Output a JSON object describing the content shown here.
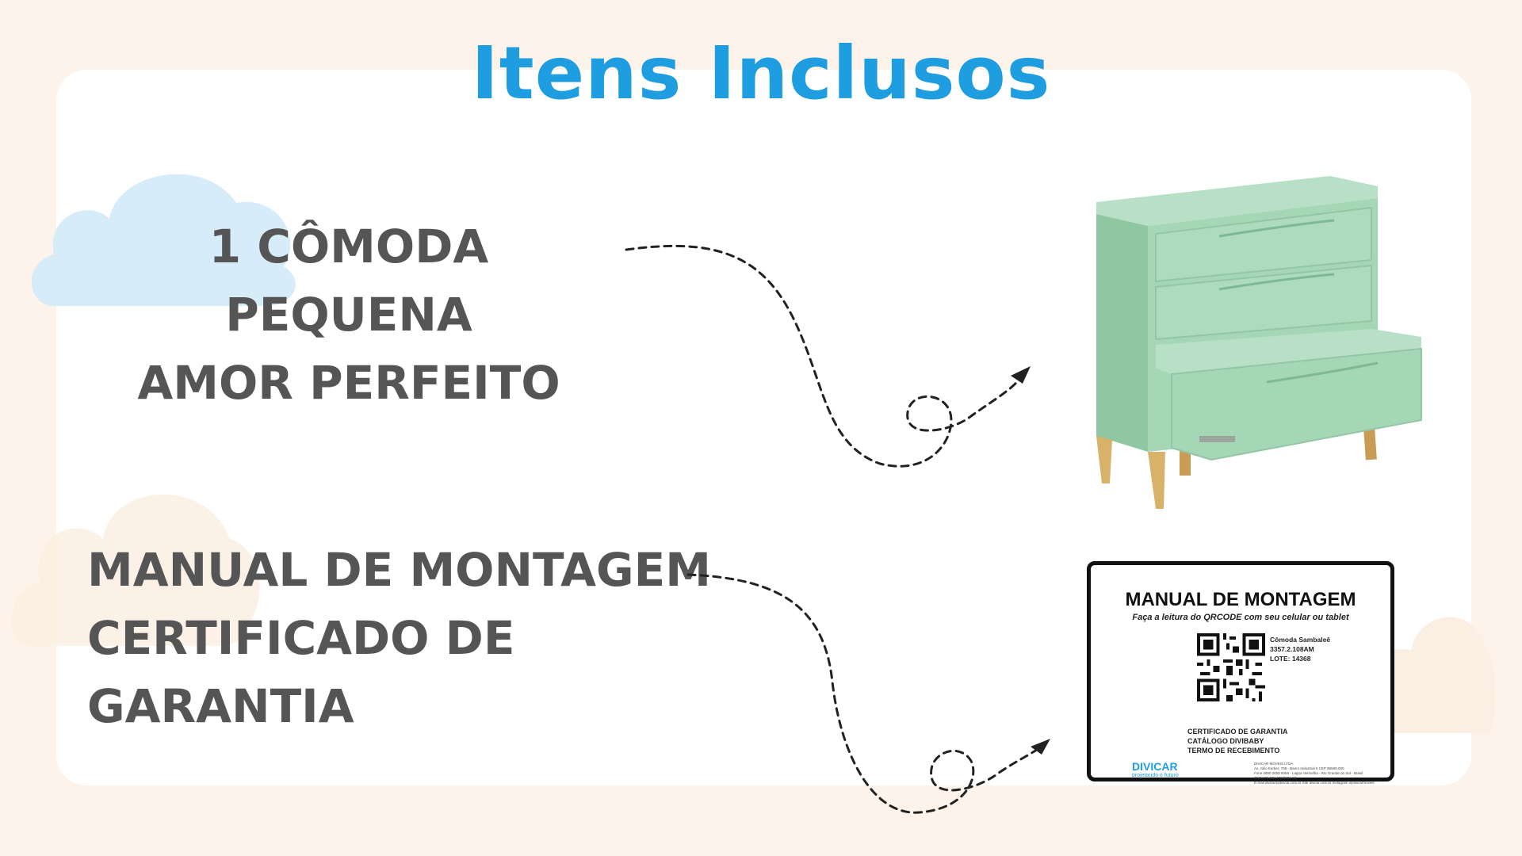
{
  "title": "Itens Inclusos",
  "items": [
    {
      "lines": [
        "1 CÔMODA PEQUENA",
        "AMOR PERFEITO"
      ],
      "image": "dresser-image"
    },
    {
      "lines": [
        "MANUAL DE MONTAGEM",
        "CERTIFICADO DE GARANTIA"
      ],
      "image": "manual-image"
    }
  ],
  "manual": {
    "title": "MANUAL DE MONTAGEM",
    "subtitle": "Faça a leitura do QRCODE com seu celular ou tablet",
    "product": "Cômoda Sambaleê",
    "code": "3357.2.108AM",
    "lot": "LOTE: 14368",
    "docs": [
      "CERTIFICADO DE GARANTIA",
      "CATÁLOGO DIVIBABY",
      "TERMO DE RECEBIMENTO"
    ],
    "brand": "DIVICAR",
    "tagline": "projetando o futuro",
    "address": "DIVICAR MÓVEIS LTDA\nAv. Júlio Kerber, 708 - Bairro Industrial II CEP 95580-000\nFone 0800 2000 6055 - Lagoa Vermelha - Rio Grande do Sul - Brasil\nCNPJ 73.628.470/0001-50\nE-mail divicar@divicar.com.br  Site divicar.com.br  Instagram @divicarmoveis"
  },
  "colors": {
    "title": "#1e9de0",
    "text": "#555555",
    "cloud_blue": "#d6ecf8",
    "cloud_peach": "#fbeee2",
    "dresser_green": "#a5d6b6",
    "wood": "#d9b26a"
  }
}
